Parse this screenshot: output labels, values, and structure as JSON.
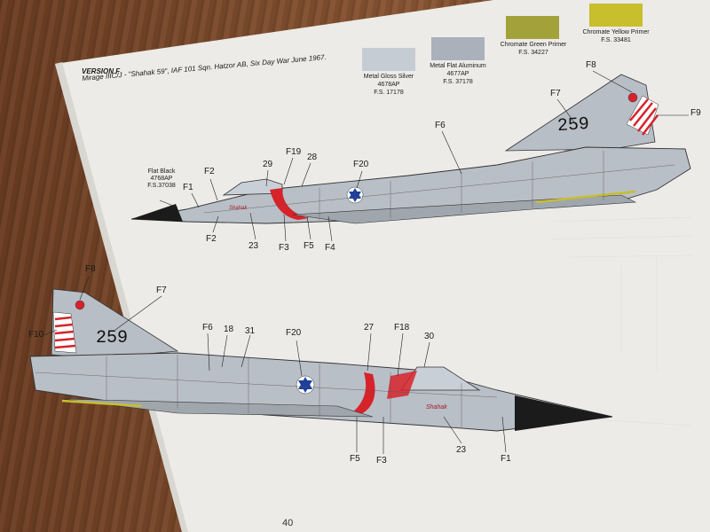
{
  "version": {
    "title": "VERSION F",
    "subtitle": "Mirage IIIC/J - \"Shahak 59\", IAF 101 Sqn. Hatzor AB, Six Day War June 1967."
  },
  "swatches": [
    {
      "name": "Metal Gloss Silver",
      "code": "4678AP",
      "fs": "F.S. 17178",
      "color": "#c6ccd4"
    },
    {
      "name": "Metal Flat Aluminum",
      "code": "4677AP",
      "fs": "F.S. 37178",
      "color": "#aab1ba"
    },
    {
      "name": "Chromate Green Primer",
      "fs": "F.S. 34227",
      "color": "#a3a23a"
    },
    {
      "name": "Chromate Yellow Primer",
      "fs": "F.S. 33481",
      "color": "#c9be2c"
    }
  ],
  "flat_black": {
    "name": "Flat Black",
    "code": "4768AP",
    "fs": "F.S.37038"
  },
  "top_callouts": {
    "f1": "F1",
    "f2a": "F2",
    "f2b": "F2",
    "n23": "23",
    "n29": "29",
    "f19": "F19",
    "n28": "28",
    "f3": "F3",
    "f5": "F5",
    "f4": "F4",
    "f20": "F20",
    "f6": "F6",
    "f7": "F7",
    "f8": "F8",
    "f9": "F9"
  },
  "bottom_callouts": {
    "f8": "F8",
    "f7": "F7",
    "f10": "F10",
    "f6": "F6",
    "n18": "18",
    "n31": "31",
    "f20": "F20",
    "n27": "27",
    "f18": "F18",
    "n30": "30",
    "n23": "23",
    "f1": "F1",
    "f5": "F5",
    "f3": "F3"
  },
  "aircraft_number": "259",
  "nose_art": "Shahak",
  "page_number": "40",
  "colors": {
    "paper": "#ecebe8",
    "blue_star": "#1e3f9c",
    "red": "#d6232a"
  }
}
